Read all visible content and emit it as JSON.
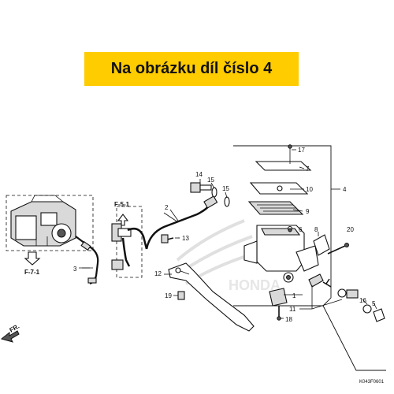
{
  "banner": {
    "text": "Na obrázku díl číslo 4",
    "color": "#FFCC00"
  },
  "refs": {
    "f51": "F-5-1",
    "f71": "F-7-1"
  },
  "callouts": {
    "n1": "1",
    "n2": "2",
    "n3": "3",
    "n4": "4",
    "n5": "5",
    "n6": "6",
    "n7": "7",
    "n8": "8",
    "n9": "9",
    "n10": "10",
    "n11": "11",
    "n12": "12",
    "n13": "13",
    "n14": "14",
    "n15a": "15",
    "n15b": "15",
    "n16": "16",
    "n17": "17",
    "n18": "18",
    "n19": "19",
    "n20": "20"
  },
  "front_marker": "FR.",
  "diagram_code": "K043F0601",
  "watermark": "HONDA"
}
